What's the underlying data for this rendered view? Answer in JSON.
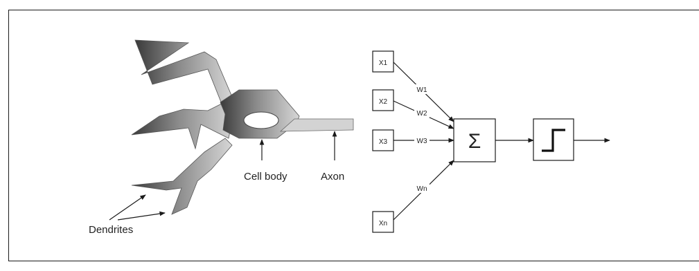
{
  "neuron": {
    "labels": {
      "dendrites": "Dendrites",
      "cell_body": "Cell body",
      "axon": "Axon"
    }
  },
  "perceptron": {
    "inputs": [
      {
        "label": "X1",
        "weight": "W1"
      },
      {
        "label": "X2",
        "weight": "W2"
      },
      {
        "label": "X3",
        "weight": "W3"
      },
      {
        "label": "Xn",
        "weight": "Wn"
      }
    ],
    "sum_symbol": "Σ"
  },
  "colors": {
    "stroke": "#1a1a1a",
    "neuron_dark": "#3a3a3a",
    "neuron_light": "#d6d6d6"
  }
}
